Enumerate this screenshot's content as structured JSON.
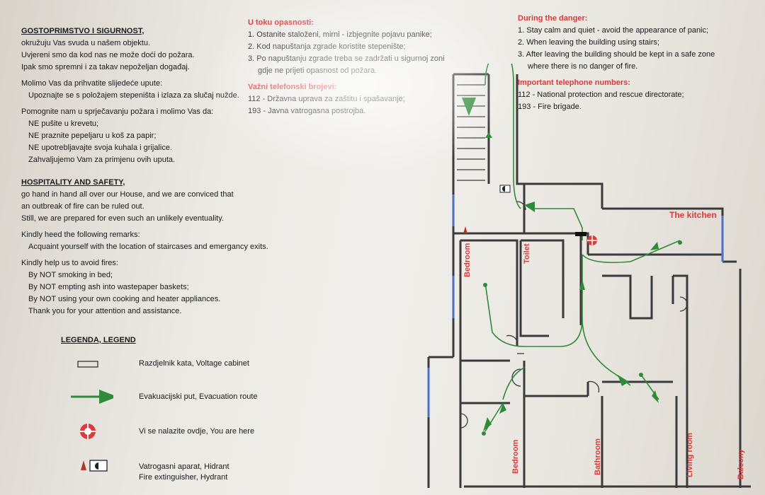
{
  "croatian": {
    "title": "GOSTOPRIMSTVO I SIGURNOST,",
    "intro": [
      "okružuju Vas svuda u našem objektu.",
      "Uvjereni smo da kod nas ne može doći do požara.",
      "Ipak smo spremni i za takav nepoželjan događaj."
    ],
    "accept": "Molimo Vas da prihvatite slijedeće upute:",
    "accept_item": "Upoznajte se s položajem stepeništa i izlaza za slučaj nužde.",
    "help": "Pomognite nam u sprječavanju požara i molimo Vas da:",
    "help_items": [
      "NE pušite u krevetu;",
      "NE praznite pepeljaru u koš za papir;",
      "NE upotrebljavajte svoja kuhala i grijalice."
    ],
    "thanks": "Zahvaljujemo Vam za primjenu ovih uputa."
  },
  "english": {
    "title": "HOSPITALITY AND SAFETY,",
    "intro": [
      "go hand in hand all over our House, and we are conviced that",
      "an outbreak of fire can be ruled out.",
      "Still, we are prepared for even such an unlikely eventuality."
    ],
    "heed": "Kindly heed the following remarks:",
    "heed_item": "Acquaint yourself with the location of staircases and emergancy exits.",
    "help": "Kindly help us to avoid fires:",
    "help_items": [
      "By NOT smoking in bed;",
      "By NOT empting ash into wastepaper baskets;",
      "By NOT using your own cooking and heater appliances.",
      "Thank you for your attention and assistance."
    ]
  },
  "danger_hr": {
    "title": "U toku opasnosti:",
    "items": [
      "1. Ostanite staloženi, mirni - izbjegnite pojavu panike;",
      "2. Kod napuštanja zgrade koristite stepenište;",
      "3. Po napuštanju zgrade treba se zadržati u sigurnoj zoni",
      "gdje ne prijeti opasnost od požara."
    ],
    "phones_title": "Važni telefonski brojevi:",
    "phones": [
      "112 - Državna uprava za zaštitu i spašavanje;",
      "193 - Javna vatrogasna postrojba."
    ]
  },
  "danger_en": {
    "title": "During the danger:",
    "items": [
      "1. Stay calm and quiet - avoid the appearance of panic;",
      "2. When leaving the building using stairs;",
      "3. After leaving the building should be kept in a safe zone",
      "where there is no danger of fire."
    ],
    "phones_title": "Important telephone numbers:",
    "phones": [
      "112 - National protection and rescue directorate;",
      "193 - Fire brigade."
    ]
  },
  "legend": {
    "title": "LEGENDA, LEGEND",
    "voltage": "Razdjelnik kata, Voltage cabinet",
    "route": "Evakuacijski put, Evacuation route",
    "here": "Vi se nalazite ovdje, You are here",
    "extinguisher_1": "Vatrogasni aparat, Hidrant",
    "extinguisher_2": "Fire extinguisher, Hydrant"
  },
  "rooms": {
    "kitchen": "The kitchen",
    "bedroom_1": "Bedroom",
    "toilet": "Toilet",
    "bedroom_2": "Bedroom",
    "bathroom": "Bathroom",
    "living_room": "Living room",
    "balcony": "Balcony"
  },
  "colors": {
    "route": "#2e8b3a",
    "labels": "#d93a3a",
    "walls": "#3a3a3a",
    "window": "#4a6fc9"
  }
}
